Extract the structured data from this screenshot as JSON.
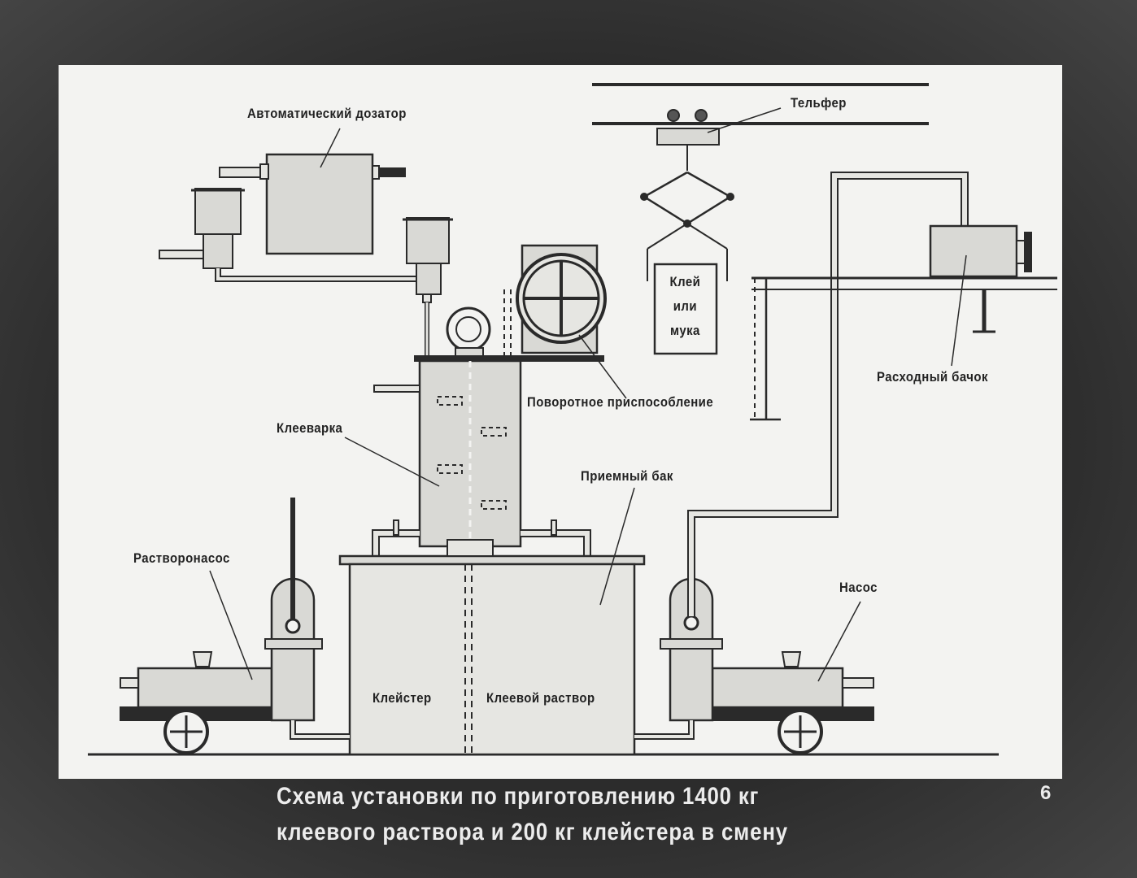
{
  "labels": {
    "dosator": "Автоматический дозатор",
    "telfer": "Тельфер",
    "klei_ili_muka": [
      "Клей",
      "или",
      "мука"
    ],
    "povorotnoe": "Поворотное приспособление",
    "rashodny_bachok": "Расходный бачок",
    "kleevarka": "Клееварка",
    "priemny_bak": "Приемный бак",
    "rastvoronasos": "Растворонасос",
    "nasos": "Насос",
    "kleister": "Клейстер",
    "kleevoi_rastvor": "Клеевой раствор"
  },
  "caption": {
    "line1": "Схема установки по приготовлению 1400 кг",
    "line2": "клеевого раствора и 200 кг клейстера в смену"
  },
  "page_number": "6",
  "colors": {
    "panel": "#f3f3f1",
    "stroke": "#2a2a2a",
    "equipment_fill": "#d9d9d5",
    "background": "#3a3a3a",
    "caption_text": "#ececec"
  }
}
